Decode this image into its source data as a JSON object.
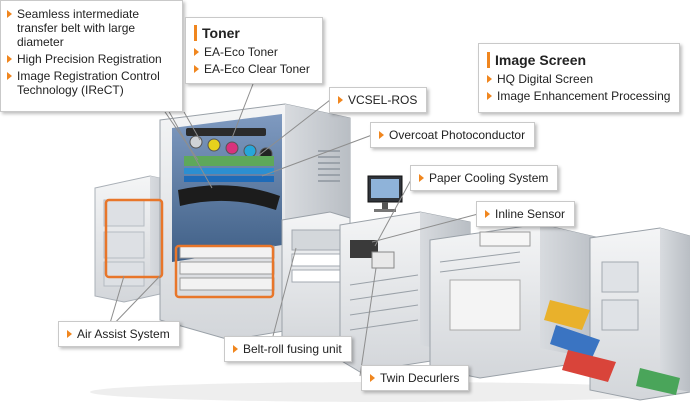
{
  "colors": {
    "accent": "#f0861e",
    "leader_line": "#9a9a9a",
    "highlight_box": "#e8762a",
    "machine_body": "#e9eaec",
    "machine_shade": "#c9cdd2",
    "interior_blue": "#5d7fa6"
  },
  "icons": {
    "bullet": "orange-triangle-bullet",
    "monitor": "monitor-icon"
  },
  "features_box": {
    "items": [
      "Seamless intermediate\ntransfer belt with large\ndiameter",
      "High Precision Registration",
      "Image Registration Control\nTechnology (IReCT)"
    ]
  },
  "toner_box": {
    "title": "Toner",
    "items": [
      "EA-Eco Toner",
      "EA-Eco Clear Toner"
    ]
  },
  "image_screen_box": {
    "title": "Image Screen",
    "items": [
      "HQ Digital Screen",
      "Image Enhancement Processing"
    ]
  },
  "callouts": {
    "vcsel": "VCSEL-ROS",
    "overcoat": "Overcoat Photoconductor",
    "paper_cooling": "Paper Cooling System",
    "inline_sensor": "Inline Sensor",
    "air_assist": "Air Assist System",
    "belt_roll": "Belt-roll fusing unit",
    "twin_decurlers": "Twin Decurlers"
  }
}
